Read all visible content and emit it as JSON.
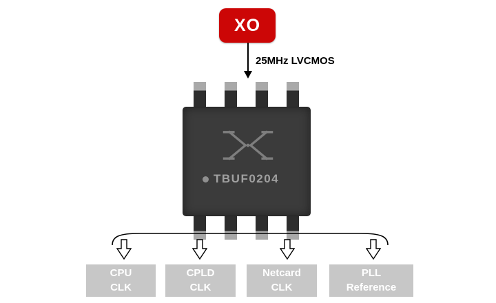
{
  "diagram": {
    "source": {
      "label": "XO",
      "color": "#cc0606"
    },
    "signal": {
      "label": "25MHz LVCMOS"
    },
    "chip": {
      "part_number": "TBUF0204",
      "body_color": "#3b3b3b",
      "pin_count_visible": 8
    },
    "outputs": [
      {
        "line1": "CPU",
        "line2": "CLK"
      },
      {
        "line1": "CPLD",
        "line2": "CLK"
      },
      {
        "line1": "Netcard",
        "line2": "CLK"
      },
      {
        "line1": "PLL",
        "line2": "Reference"
      }
    ],
    "output_box_color": "#c7c7c7"
  }
}
